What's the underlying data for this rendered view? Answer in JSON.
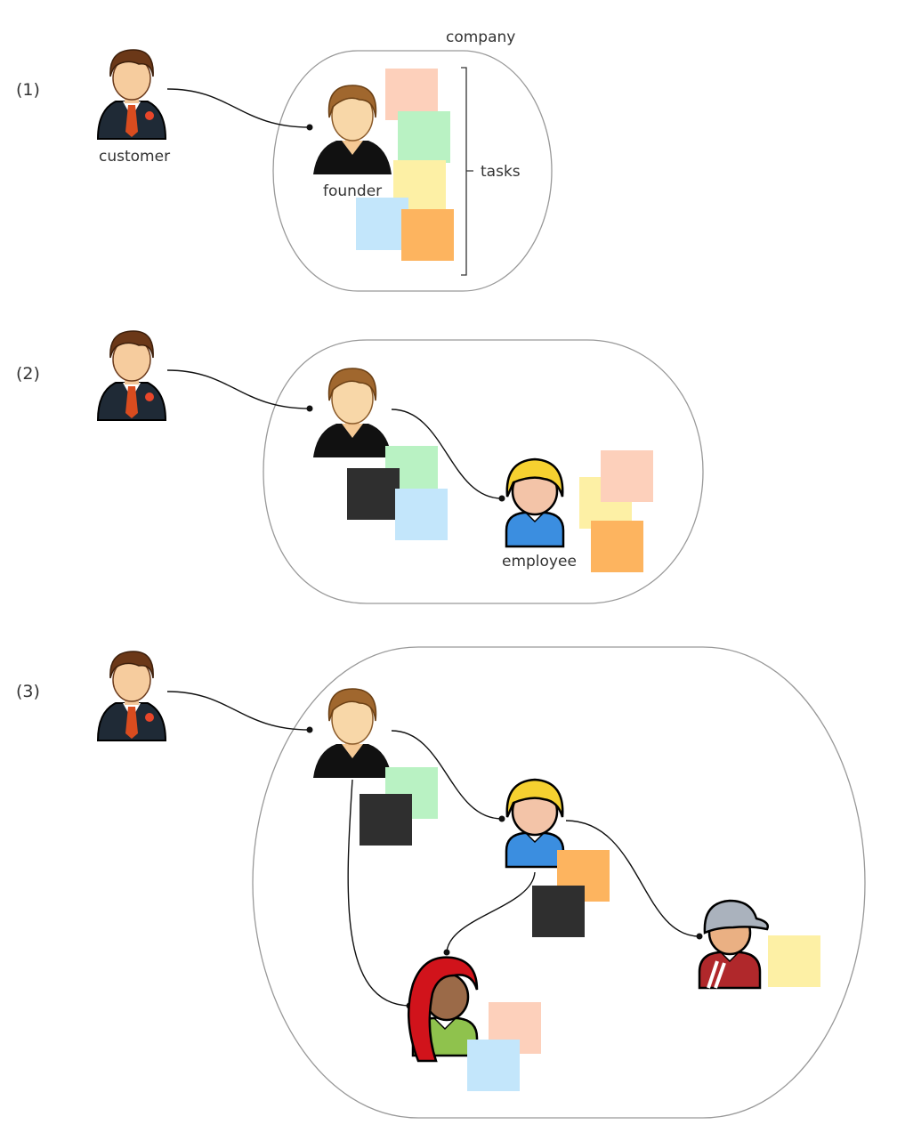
{
  "stages": [
    {
      "label": "(1)"
    },
    {
      "label": "(2)"
    },
    {
      "label": "(3)"
    }
  ],
  "labels": {
    "customer": "customer",
    "founder": "founder",
    "company": "company",
    "tasks": "tasks",
    "employee": "employee"
  },
  "colors": {
    "peach": "#fdd0bb",
    "green": "#b9f2c3",
    "yellow": "#fdf0a5",
    "blue": "#c3e6fb",
    "orange": "#fdb45f",
    "done": "#2f2f2f",
    "outline": "#999999",
    "connector": "#111111"
  }
}
